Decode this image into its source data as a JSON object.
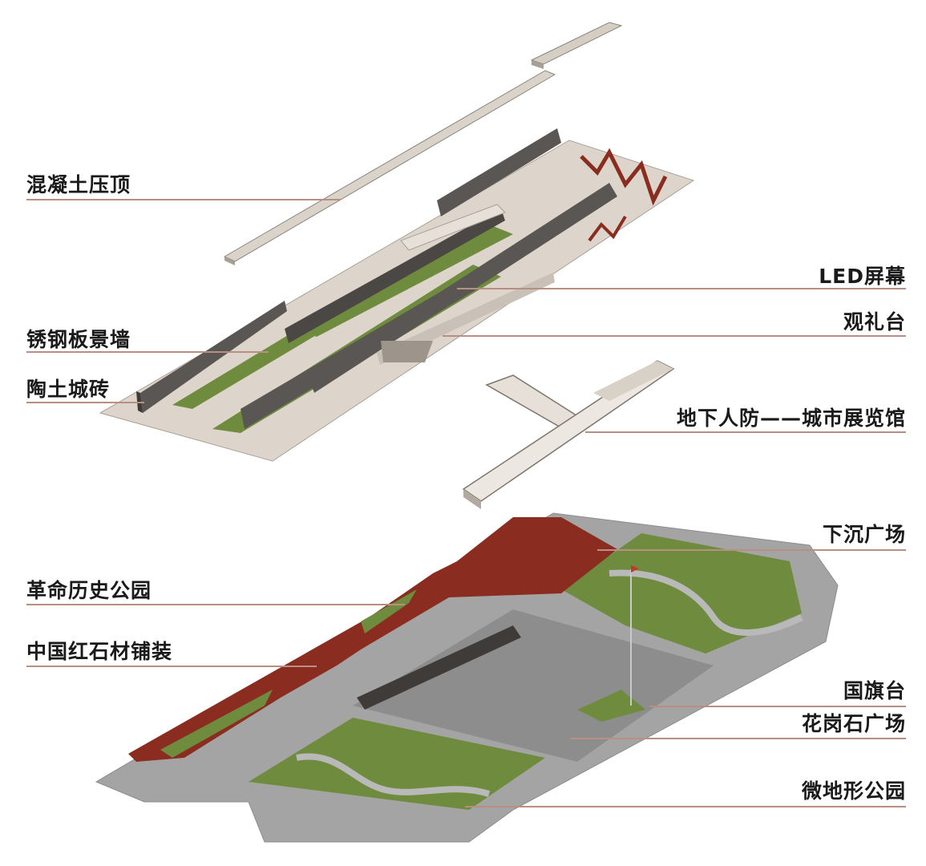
{
  "labels": {
    "concrete_coping": "混凝土压顶",
    "led_screen": "LED屏幕",
    "viewing_platform": "观礼台",
    "weathering_steel_wall": "锈钢板景墙",
    "terracotta_brick": "陶土城砖",
    "underground_exhibition": "地下人防——城市展览馆",
    "sunken_plaza": "下沉广场",
    "revolution_park": "革命历史公园",
    "china_red_paving": "中国红石材铺装",
    "flag_platform": "国旗台",
    "granite_plaza": "花岗石广场",
    "micro_terrain_park": "微地形公园"
  },
  "colors": {
    "leader_line": "#b98f84",
    "paving_light": "#ddd5cb",
    "concrete": "#cfc9c0",
    "steel_wall": "#5a5653",
    "red_stone": "#8a2c1f",
    "grass": "#6f8c3e",
    "granite": "#8d8d8d",
    "pavement": "#a4a4a4"
  }
}
